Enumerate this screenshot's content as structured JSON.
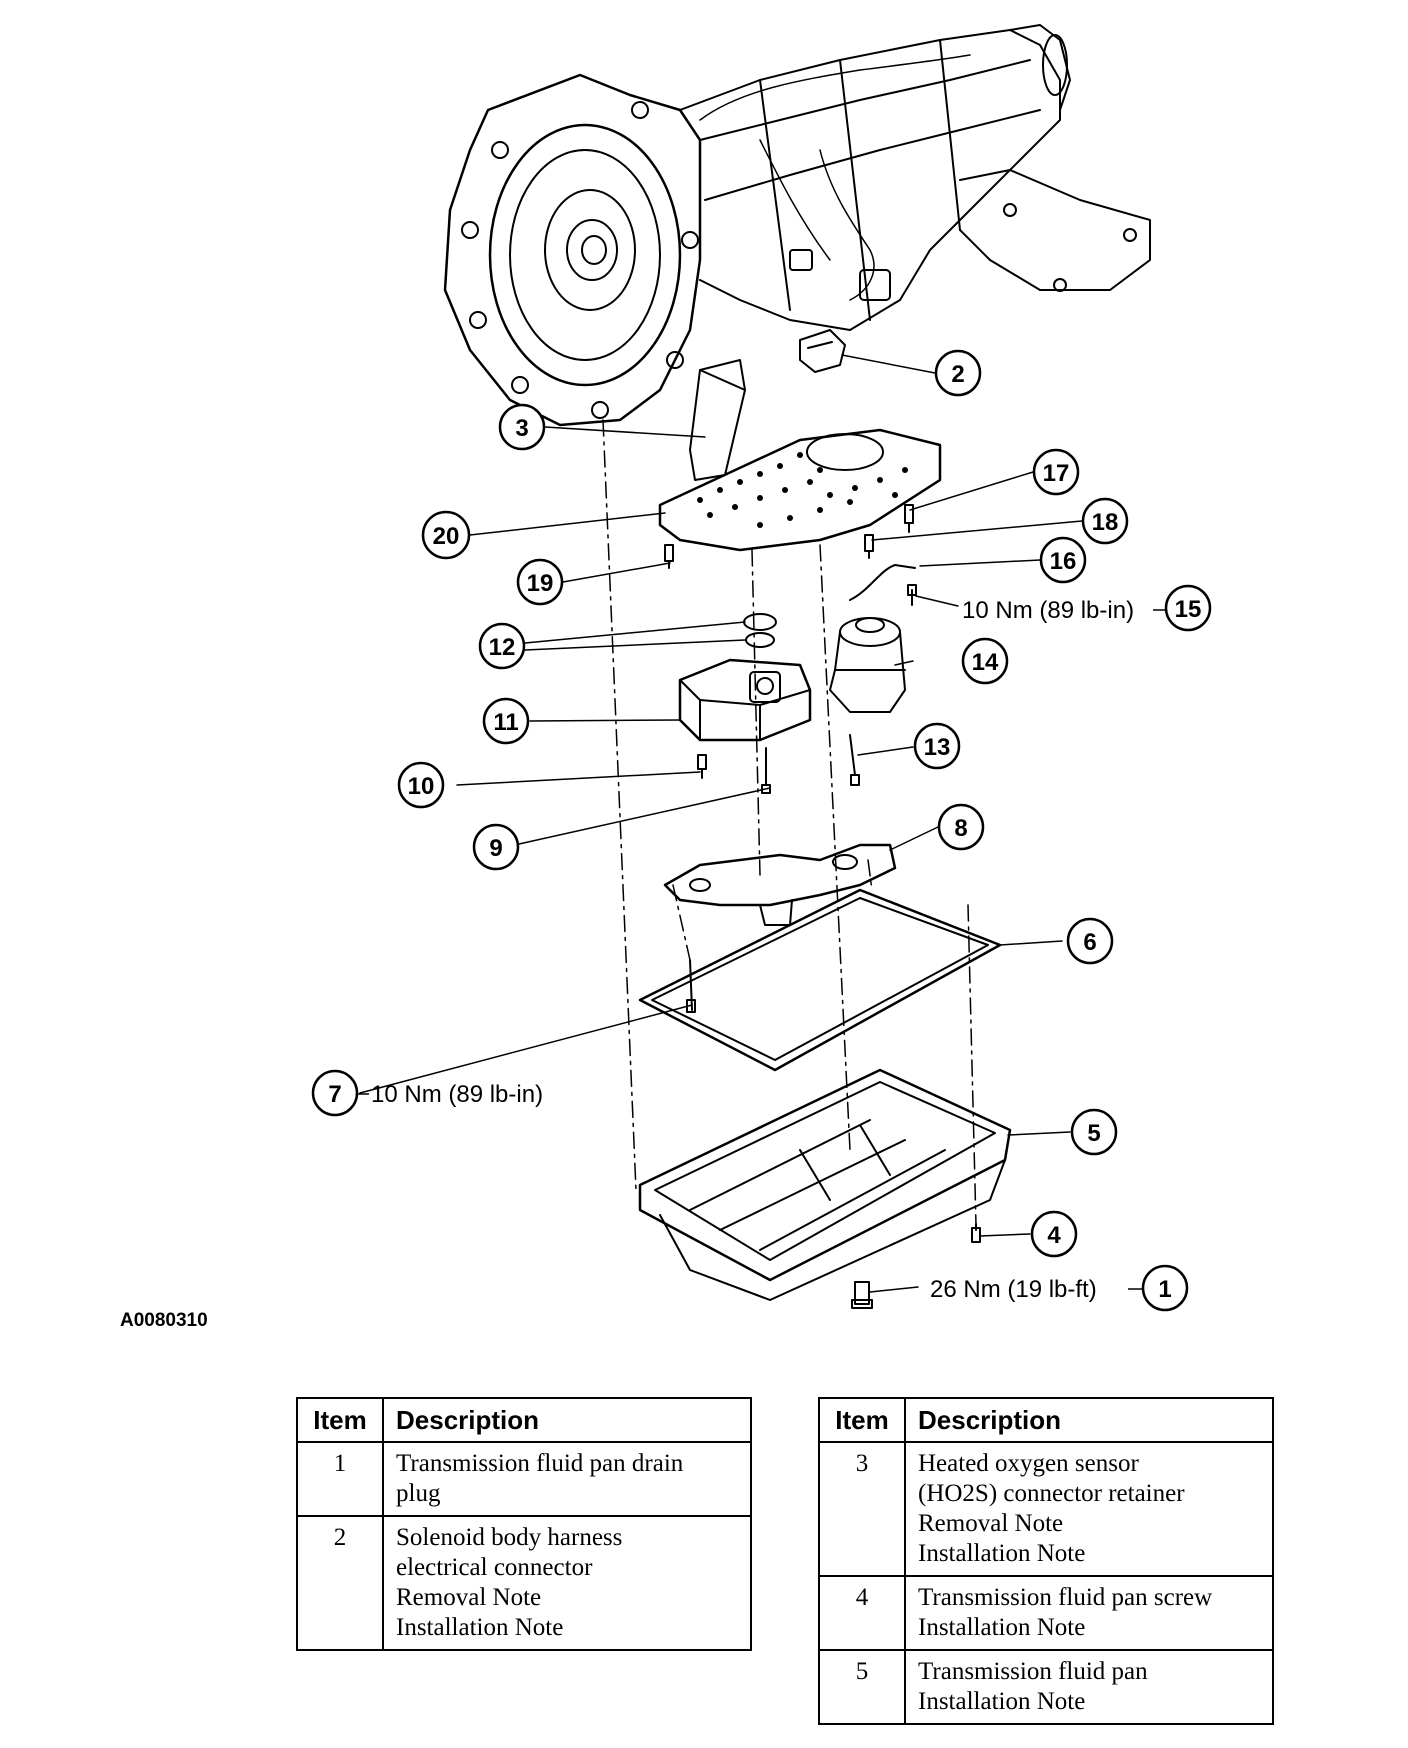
{
  "figure_id": "A0080310",
  "callouts": [
    {
      "id": "1",
      "torque": "26 Nm (19 lb-ft)"
    },
    {
      "id": "2",
      "torque": ""
    },
    {
      "id": "3",
      "torque": ""
    },
    {
      "id": "4",
      "torque": ""
    },
    {
      "id": "5",
      "torque": ""
    },
    {
      "id": "6",
      "torque": ""
    },
    {
      "id": "7",
      "torque": "10 Nm (89 lb-in)"
    },
    {
      "id": "8",
      "torque": ""
    },
    {
      "id": "9",
      "torque": ""
    },
    {
      "id": "10",
      "torque": ""
    },
    {
      "id": "11",
      "torque": ""
    },
    {
      "id": "12",
      "torque": ""
    },
    {
      "id": "13",
      "torque": ""
    },
    {
      "id": "14",
      "torque": ""
    },
    {
      "id": "15",
      "torque": "10 Nm (89 lb-in)"
    },
    {
      "id": "16",
      "torque": ""
    },
    {
      "id": "17",
      "torque": ""
    },
    {
      "id": "18",
      "torque": ""
    },
    {
      "id": "19",
      "torque": ""
    },
    {
      "id": "20",
      "torque": ""
    }
  ],
  "tables": {
    "left": {
      "headers": [
        "Item",
        "Description"
      ],
      "rows": [
        {
          "item": "1",
          "lines": [
            "Transmission fluid pan drain",
            "plug"
          ]
        },
        {
          "item": "2",
          "lines": [
            "Solenoid body harness",
            "electrical connector",
            "Removal Note",
            "Installation Note"
          ]
        }
      ]
    },
    "right": {
      "headers": [
        "Item",
        "Description"
      ],
      "rows": [
        {
          "item": "3",
          "lines": [
            "Heated oxygen sensor",
            "(HO2S) connector retainer",
            "Removal Note",
            "Installation Note"
          ]
        },
        {
          "item": "4",
          "lines": [
            "Transmission fluid pan screw",
            "Installation Note"
          ]
        },
        {
          "item": "5",
          "lines": [
            "Transmission fluid pan",
            "Installation Note"
          ]
        }
      ]
    }
  }
}
